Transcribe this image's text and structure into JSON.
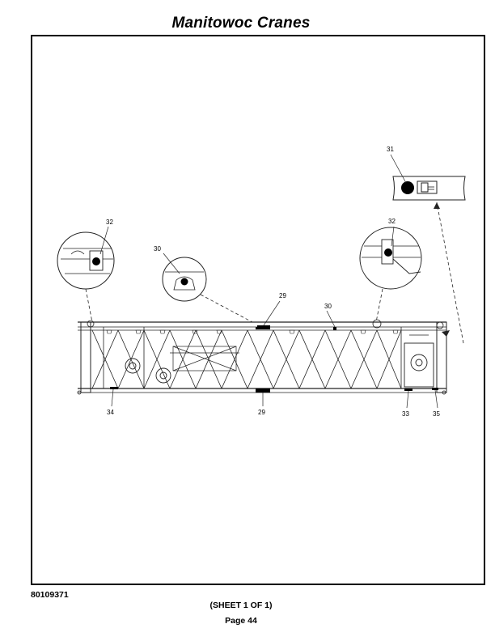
{
  "header": {
    "title": "Manitowoc Cranes"
  },
  "footer": {
    "doc_number": "80109371",
    "sheet": "(SHEET 1 OF 1)",
    "page": "Page 44"
  },
  "callouts": {
    "c29_top": "29",
    "c29_bottom": "29",
    "c30_detail": "30",
    "c30_boom": "30",
    "c31": "31",
    "c32_left": "32",
    "c32_right": "32",
    "c33": "33",
    "c34": "34",
    "c35": "35"
  },
  "colors": {
    "decal": "#000000",
    "line": "#222222"
  }
}
